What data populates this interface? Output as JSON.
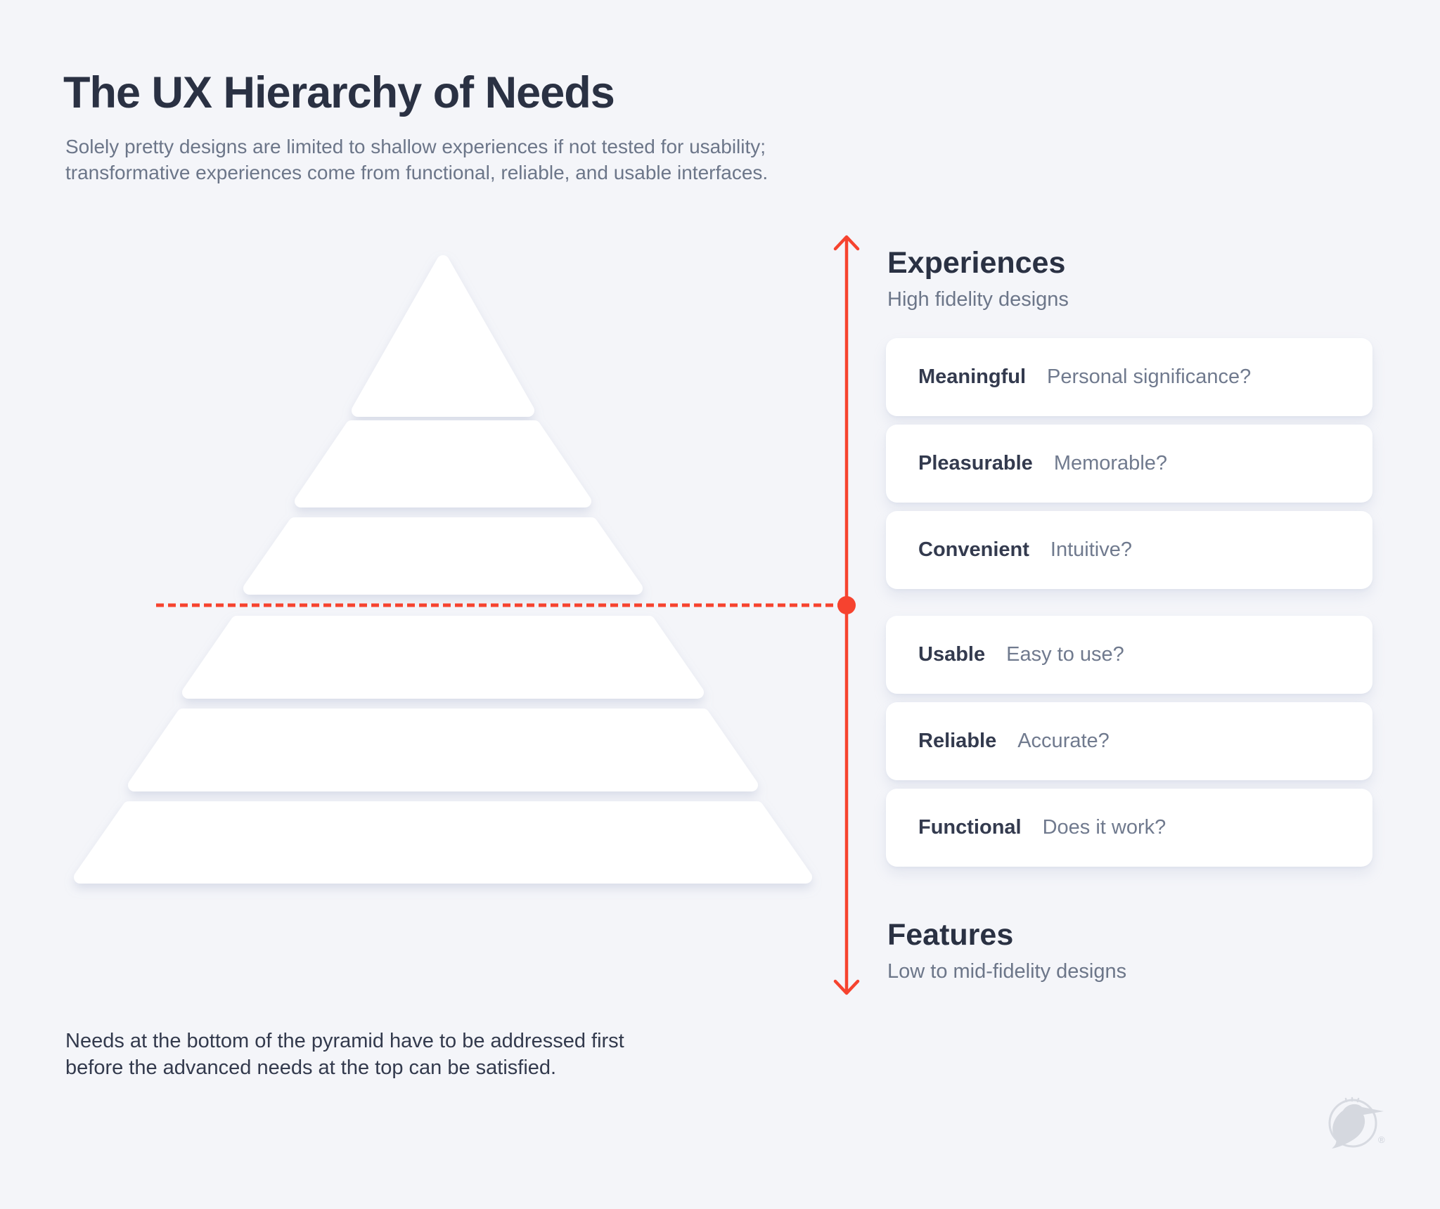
{
  "page": {
    "title": "The UX Hierarchy of Needs",
    "subtitle_line1": "Solely pretty designs are limited to shallow experiences if not tested for usability;",
    "subtitle_line2": "transformative experiences come from functional, reliable, and usable interfaces.",
    "footnote_line1": "Needs at the bottom of the pyramid have to be addressed first",
    "footnote_line2": "before the advanced needs at the top can be satisfied."
  },
  "axis": {
    "top_heading": "Experiences",
    "top_subheading": "High fidelity designs",
    "bottom_heading": "Features",
    "bottom_subheading": "Low to mid-fidelity designs"
  },
  "cards": [
    {
      "label": "Meaningful",
      "question": "Personal significance?"
    },
    {
      "label": "Pleasurable",
      "question": "Memorable?"
    },
    {
      "label": "Convenient",
      "question": "Intuitive?"
    },
    {
      "label": "Usable",
      "question": "Easy to use?"
    },
    {
      "label": "Reliable",
      "question": "Accurate?"
    },
    {
      "label": "Functional",
      "question": "Does it work?"
    }
  ],
  "pyramid": {
    "levels": 6,
    "levels_above_divider": 3,
    "levels_below_divider": 3
  },
  "colors": {
    "accent_red": "#F6432F",
    "background": "#F4F5F9",
    "surface": "#FFFFFF",
    "heading_text": "#2A3143",
    "muted_text": "#6C7689"
  },
  "logo": {
    "trademark": "®"
  }
}
